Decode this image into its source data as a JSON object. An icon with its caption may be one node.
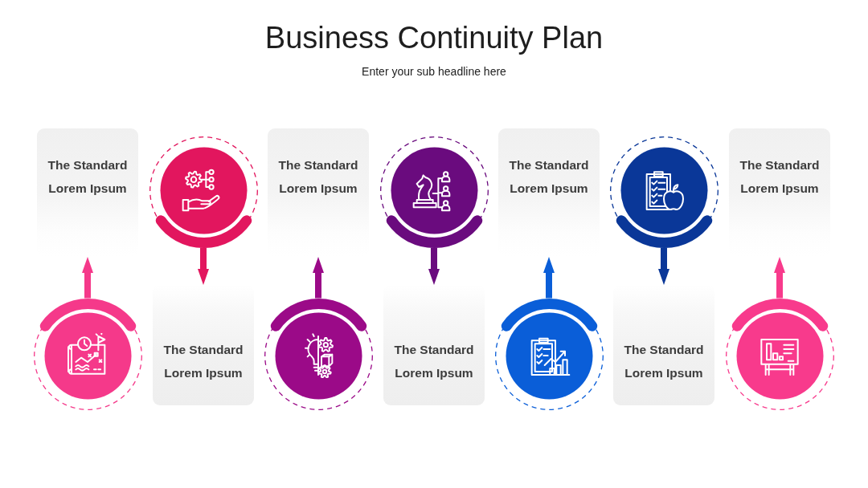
{
  "diagram": {
    "title": "Business Continuity Plan",
    "nodes": [
      {
        "text": [
          "The Standard Lorem Ipsum"
        ]
      },
      {
        "text": [],
        "shape": "circle"
      },
      {
        "text": [],
        "shape": "circle"
      },
      {
        "text": [
          "The Standard Lorem Ipsum"
        ]
      },
      {
        "text": [
          "The Standard Lorem Ipsum"
        ]
      },
      {
        "text": [],
        "shape": "circle"
      },
      {
        "text": [],
        "shape": "circle"
      },
      {
        "text": [
          "The Standard Lorem Ipsum"
        ]
      },
      {
        "text": [
          "The Standard Lorem Ipsum"
        ]
      },
      {
        "text": [],
        "shape": "circle"
      },
      {
        "text": [],
        "shape": "circle"
      },
      {
        "text": [
          "The Standard Lorem Ipsum"
        ]
      },
      {
        "text": [
          "The Standard Lorem Ipsum"
        ]
      },
      {
        "text": [],
        "shape": "circle"
      }
    ],
    "edges": [
      {
        "from": 1,
        "to": 0,
        "arrow": "to",
        "color": "#f5398a"
      },
      {
        "from": 2,
        "to": 3,
        "arrow": "to",
        "color": "#e2165e"
      },
      {
        "from": 5,
        "to": 4,
        "arrow": "to",
        "color": "#9b0a88"
      },
      {
        "from": 6,
        "to": 7,
        "arrow": "to",
        "color": "#6a0b7e"
      },
      {
        "from": 9,
        "to": 8,
        "arrow": "to",
        "color": "#0a5ed8"
      },
      {
        "from": 10,
        "to": 11,
        "arrow": "to",
        "color": "#0a3798"
      },
      {
        "from": 13,
        "to": 12,
        "arrow": "to",
        "color": "#f83a8c"
      }
    ],
    "labels": [
      "Enter your sub headline here"
    ]
  }
}
